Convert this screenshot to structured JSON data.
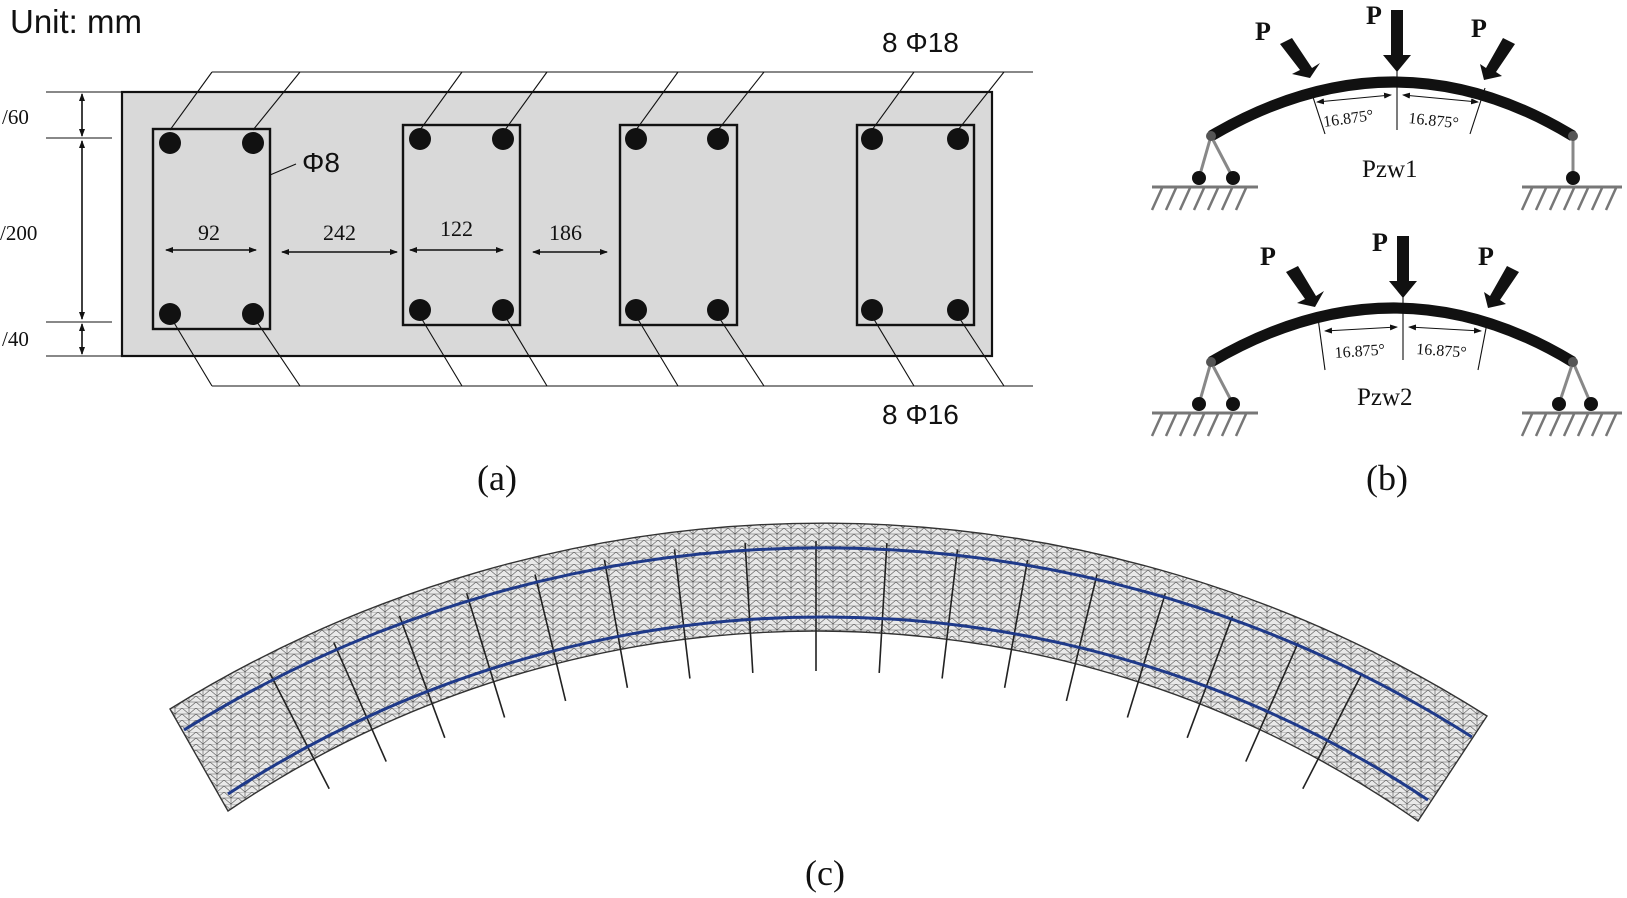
{
  "panel_a": {
    "unit_label": "Unit: mm",
    "top_rebar_label": "8 Φ18",
    "bottom_rebar_label": "8 Φ16",
    "stirrup_label": "Φ8",
    "dim_top": "/60",
    "dim_mid": "/200",
    "dim_bottom": "/40",
    "span_labels": [
      "92",
      "242",
      "122",
      "186"
    ],
    "caption": "(a)"
  },
  "panel_b": {
    "load_label": "P",
    "angle_label": "16.875°",
    "case_labels": [
      "Pzw1",
      "Pzw2"
    ],
    "caption": "(b)"
  },
  "panel_c": {
    "caption": "(c)",
    "rebar_color": "#1f3a8a",
    "mesh_color": "#6f6f6f"
  }
}
